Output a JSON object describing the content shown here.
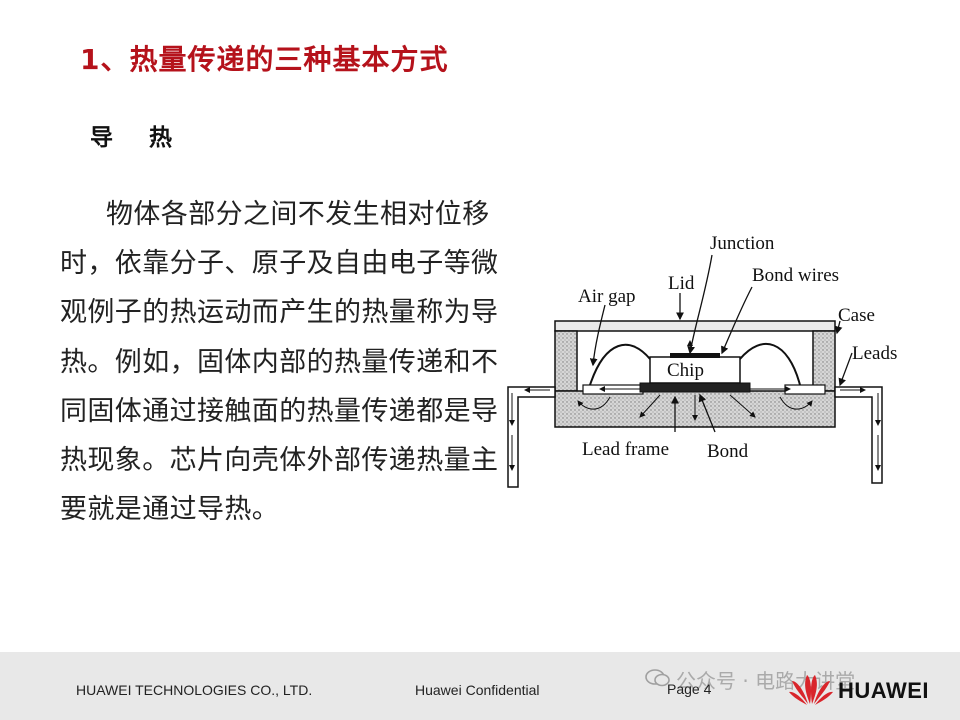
{
  "slide": {
    "title": "1、热量传递的三种基本方式",
    "subtitle": "导热",
    "body": "物体各部分之间不发生相对位移时，依靠分子、原子及自由电子等微观例子的热运动而产生的热量称为导热。例如，固体内部的热量传递和不同固体通过接触面的热量传递都是导热现象。芯片向壳体外部传递热量主要就是通过导热。"
  },
  "diagram": {
    "labels": {
      "junction": "Junction",
      "lid": "Lid",
      "bond_wires": "Bond wires",
      "air_gap": "Air gap",
      "case": "Case",
      "leads": "Leads",
      "chip": "Chip",
      "lead_frame": "Lead frame",
      "bond": "Bond"
    }
  },
  "footer": {
    "company": "HUAWEI TECHNOLOGIES CO., LTD.",
    "confidential": "Huawei Confidential",
    "page": "Page 4",
    "watermark": "公众号 · 电路大讲堂",
    "brand": "HUAWEI"
  },
  "colors": {
    "title": "#b5121b",
    "footer_bg": "#e8e8e8",
    "logo_red": "#d9252b"
  }
}
